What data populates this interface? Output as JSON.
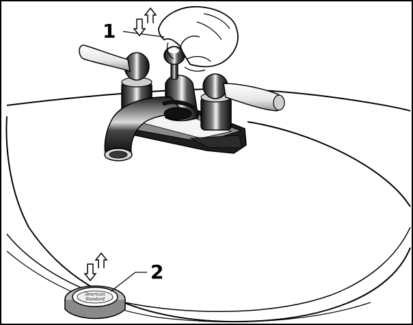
{
  "callouts": {
    "one": "1",
    "two": "2"
  },
  "drain_logo": {
    "line1": "American",
    "line2": "Standard"
  },
  "colors": {
    "ink": "#000000",
    "paper": "#ffffff",
    "chrome_dark": "#1a1a1a",
    "chrome_mid": "#6d6d6d",
    "porcelain": "#f2f2f2"
  },
  "icons": {
    "arrow_pair": "up-down-arrows-icon"
  }
}
